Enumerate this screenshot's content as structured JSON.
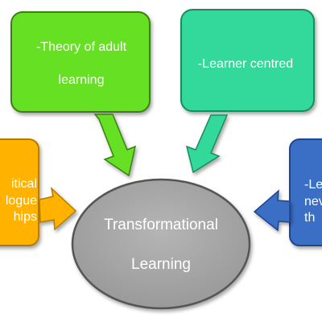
{
  "center": {
    "title_line1": "Transformational",
    "title_line2": "Learning"
  },
  "boxes": {
    "top_left": {
      "line1": "-Theory of adult",
      "line2": "learning"
    },
    "top_right": {
      "line1": "-Learner centred"
    },
    "left": {
      "line1": "itical",
      "line2": "logue",
      "line3": "hips"
    },
    "right": {
      "line1": "-Le",
      "line2": "nev",
      "line3": "th"
    }
  },
  "colors": {
    "green": "#66e021",
    "teal": "#33d99a",
    "orange": "#ffb300",
    "blue": "#3b6ec5",
    "grey": "#a6a6a6"
  }
}
